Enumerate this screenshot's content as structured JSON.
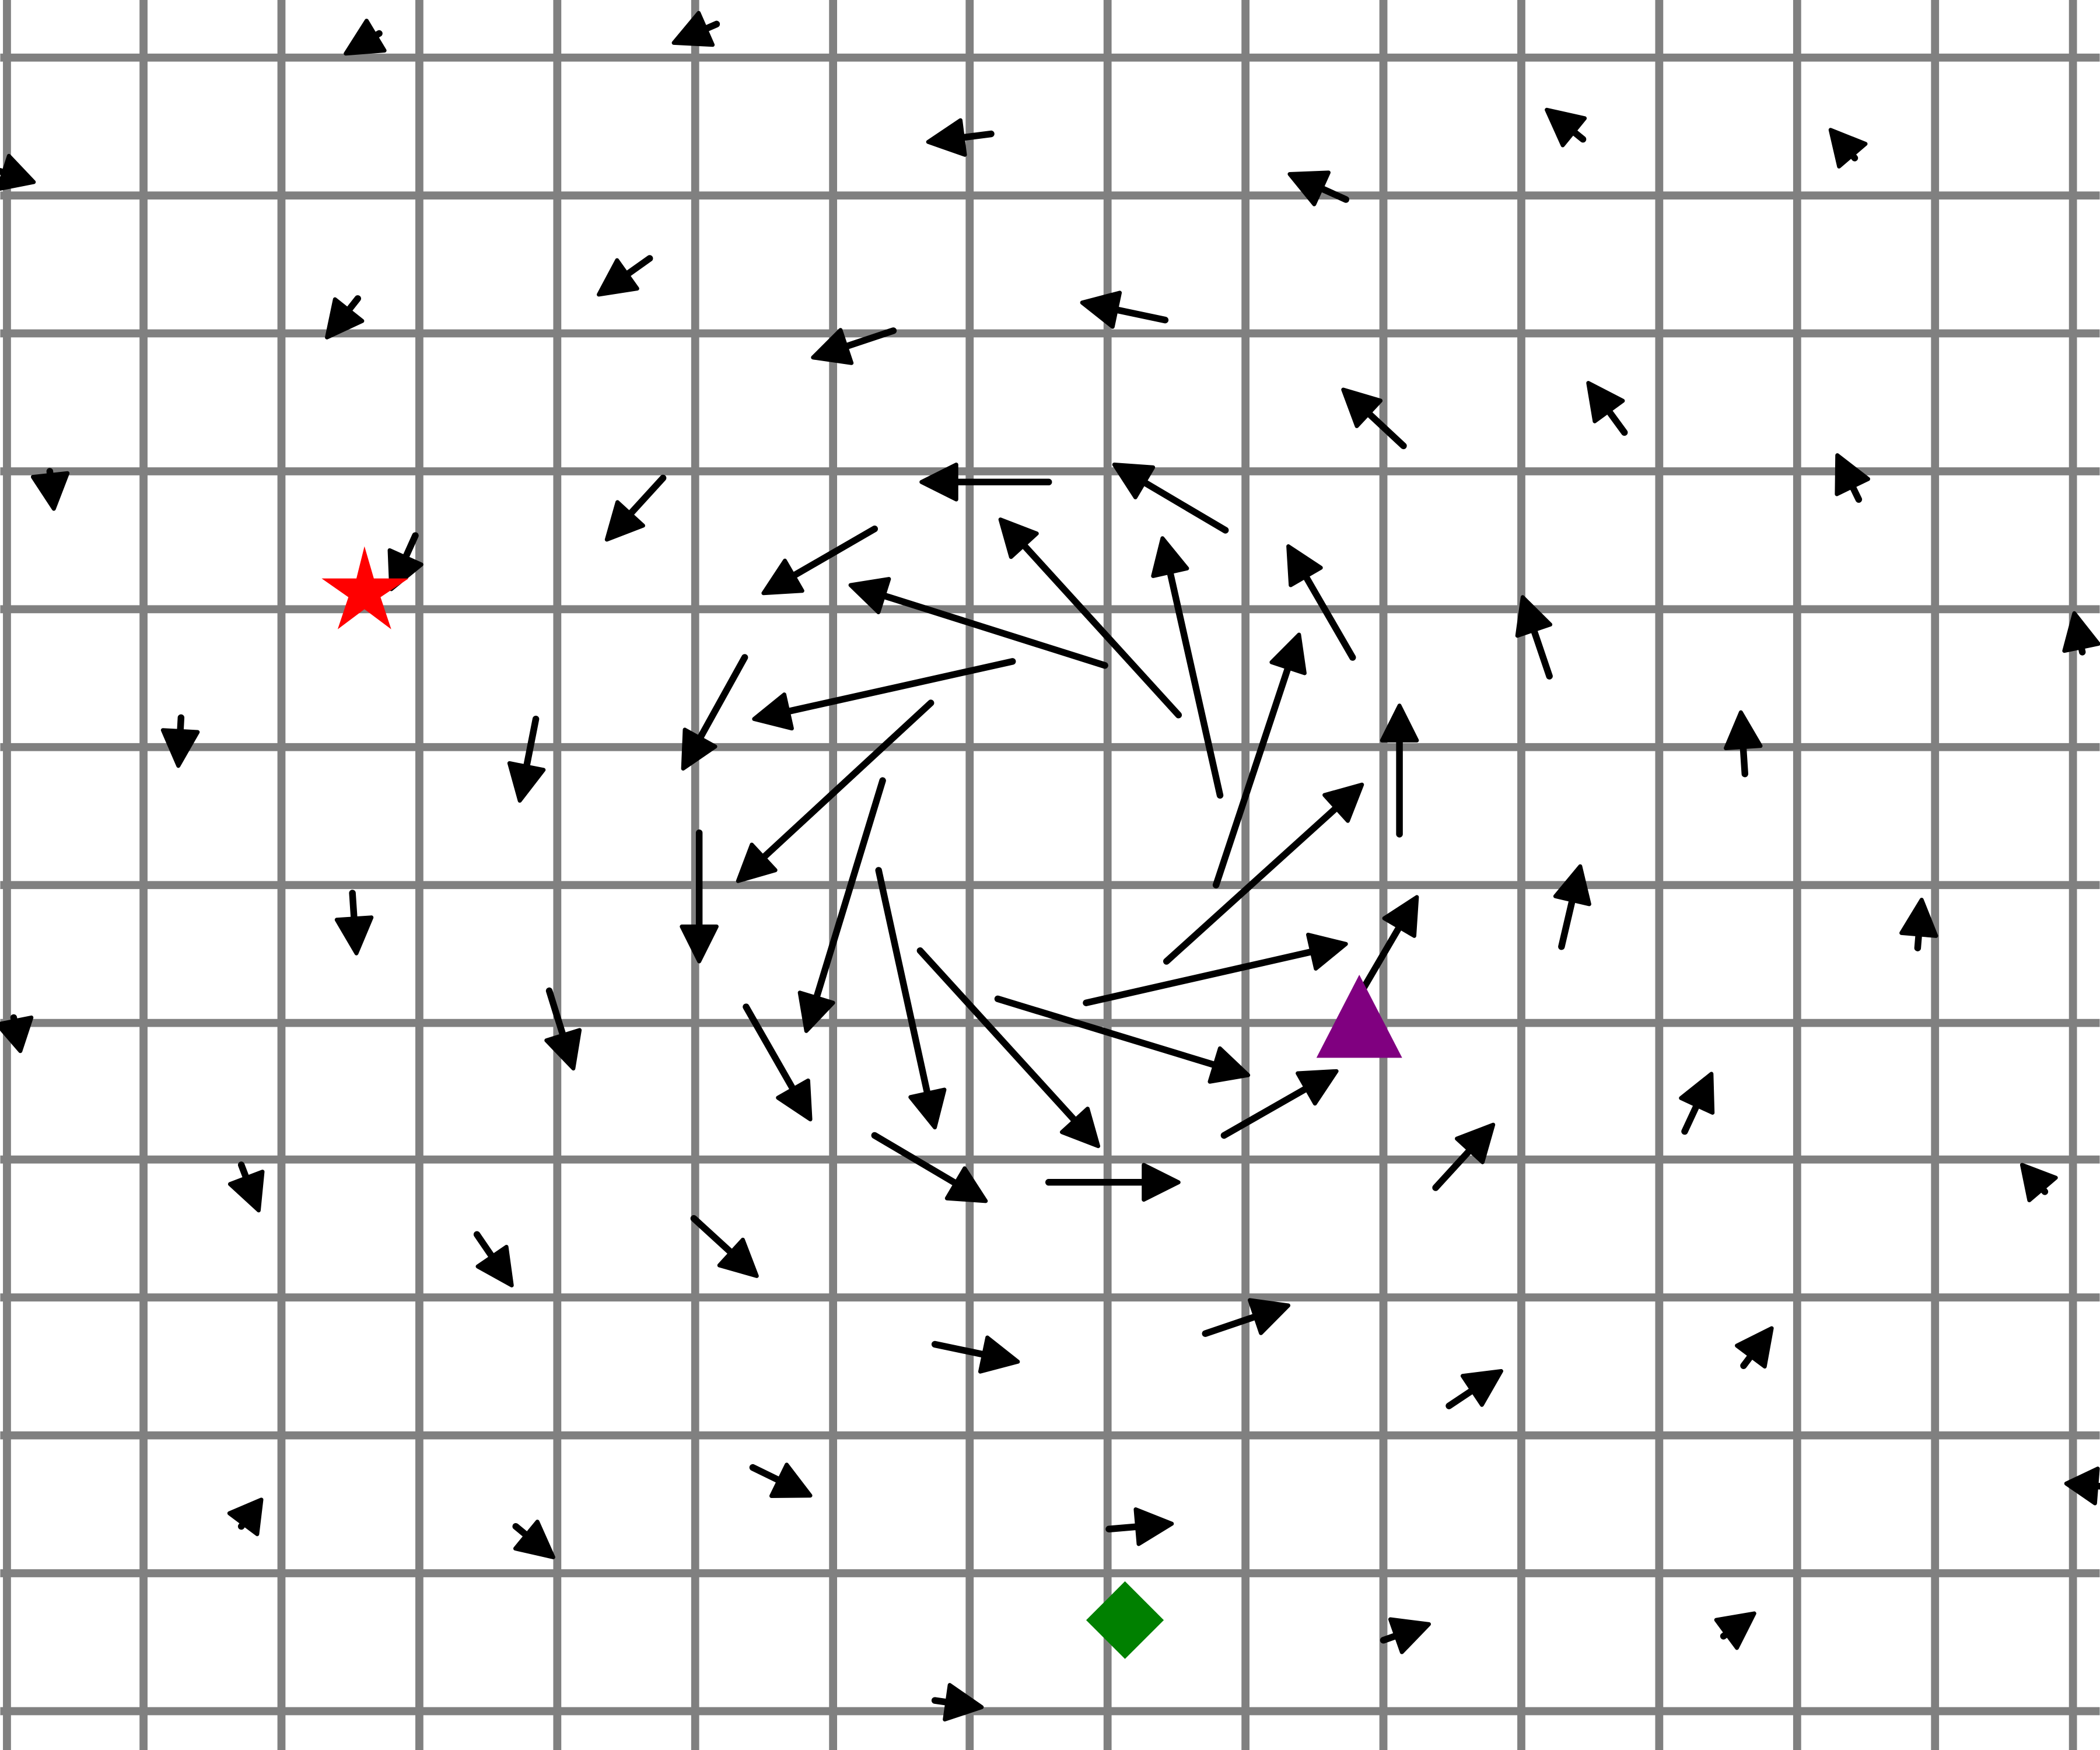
{
  "scene": {
    "type": "vector-field-grid",
    "field_pattern": "vortex",
    "rotation": "counterclockwise"
  },
  "colors": {
    "background": "#ffffff",
    "grid": "#808080",
    "arrow": "#000000",
    "star": "#ff0000",
    "triangle": "#800080",
    "diamond": "#008000"
  },
  "markers": [
    {
      "shape": "star",
      "color": "#ff0000"
    },
    {
      "shape": "triangle",
      "color": "#800080"
    },
    {
      "shape": "diamond",
      "color": "#008000"
    }
  ]
}
